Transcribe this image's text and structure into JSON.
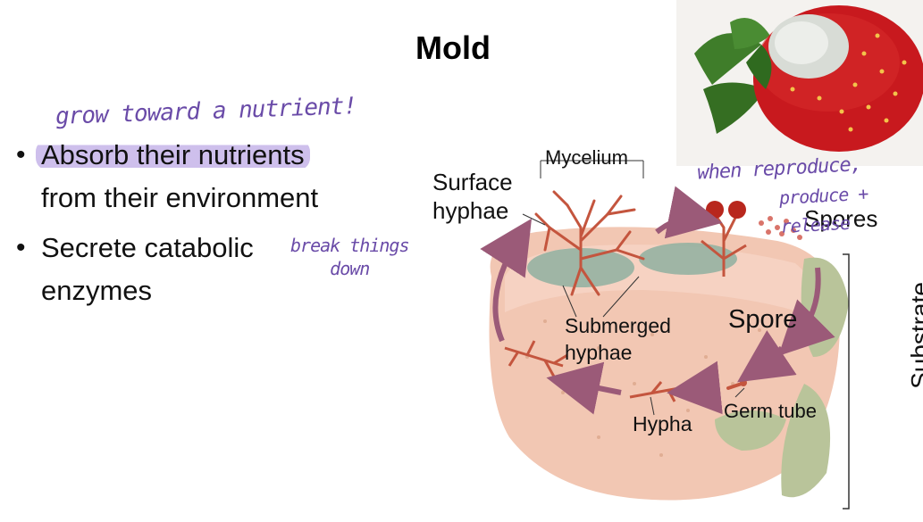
{
  "slide": {
    "title": "Mold"
  },
  "bullets": [
    {
      "text_highlight": "Absorb their nutrients",
      "text_rest": "from their environment"
    },
    {
      "text_line1": "Secrete catabolic",
      "text_line2": "enzymes"
    }
  ],
  "annotations": {
    "nutrient": "grow toward a nutrient!",
    "break_line1": "break things",
    "break_line2": "down",
    "reproduce_line1": "when reproduce,",
    "reproduce_line2": "produce + release"
  },
  "diagram": {
    "labels": {
      "mycelium": "Mycelium",
      "surface_line1": "Surface",
      "surface_line2": "hyphae",
      "spores": "Spores",
      "submerged_line1": "Submerged",
      "submerged_line2": "hyphae",
      "spore": "Spore",
      "germ_tube": "Germ tube",
      "hypha": "Hypha",
      "substrate": "Substrate"
    },
    "colors": {
      "strawberry_flesh": "#f2c7b3",
      "hyphae": "#c4553e",
      "arrow": "#9b5a78",
      "leaf": "#b9c49a",
      "mold_patch": "#8fb0a0"
    }
  },
  "photo": {
    "subject": "moldy-strawberry-photo",
    "colors": {
      "berry": "#c8191e",
      "mold": "#d8dcd6",
      "leaf": "#3f7d2a"
    }
  }
}
